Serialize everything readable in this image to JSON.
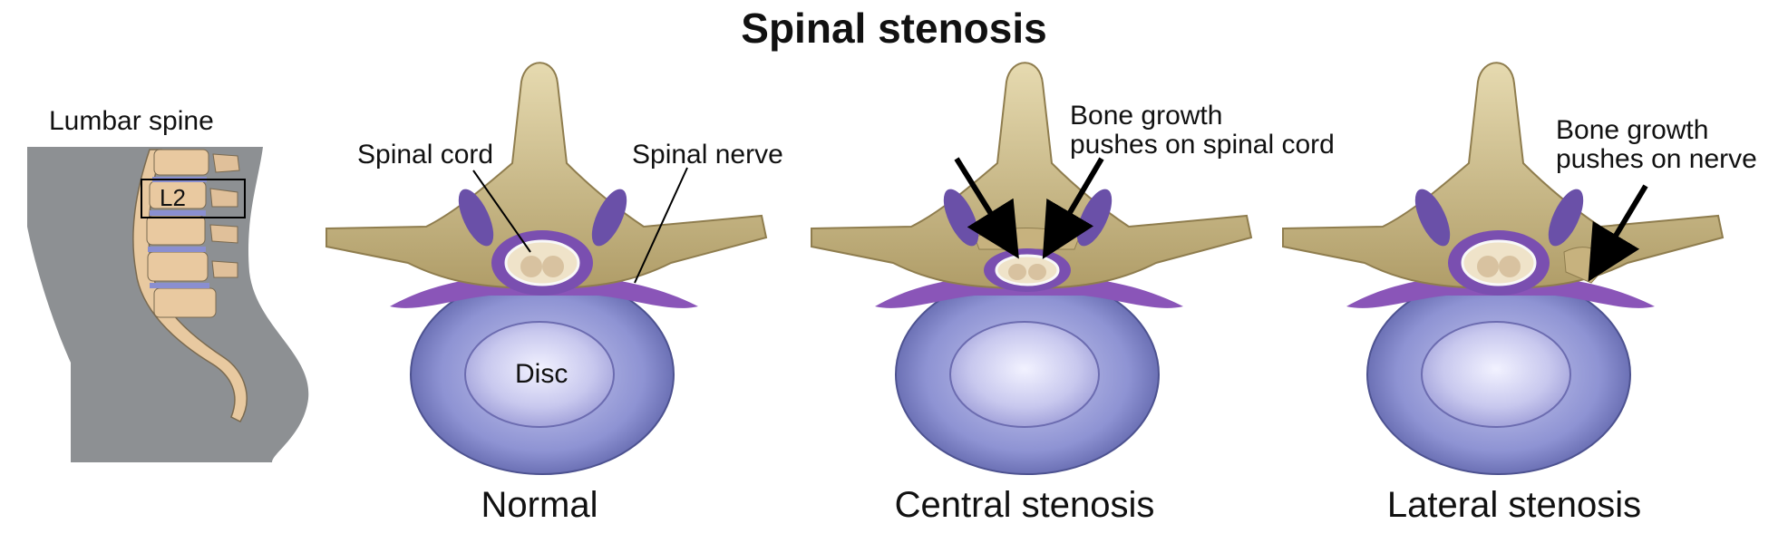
{
  "title": "Spinal stenosis",
  "spine_panel": {
    "heading": "Lumbar spine",
    "vertebra_label": "L2"
  },
  "labels": {
    "spinal_cord": "Spinal cord",
    "spinal_nerve": "Spinal nerve",
    "disc": "Disc",
    "central_note_line1": "Bone growth",
    "central_note_line2": "pushes on spinal cord",
    "lateral_note_line1": "Bone growth",
    "lateral_note_line2": "pushes on nerve"
  },
  "captions": {
    "normal": "Normal",
    "central": "Central stenosis",
    "lateral": "Lateral stenosis"
  },
  "colors": {
    "bone": "#d8c99a",
    "bone_dark": "#8f7d4e",
    "disc": "#8a8fd0",
    "disc_core": "#cfcff2",
    "nerve": "#8a55b8",
    "body_silhouette": "#8d9093"
  }
}
